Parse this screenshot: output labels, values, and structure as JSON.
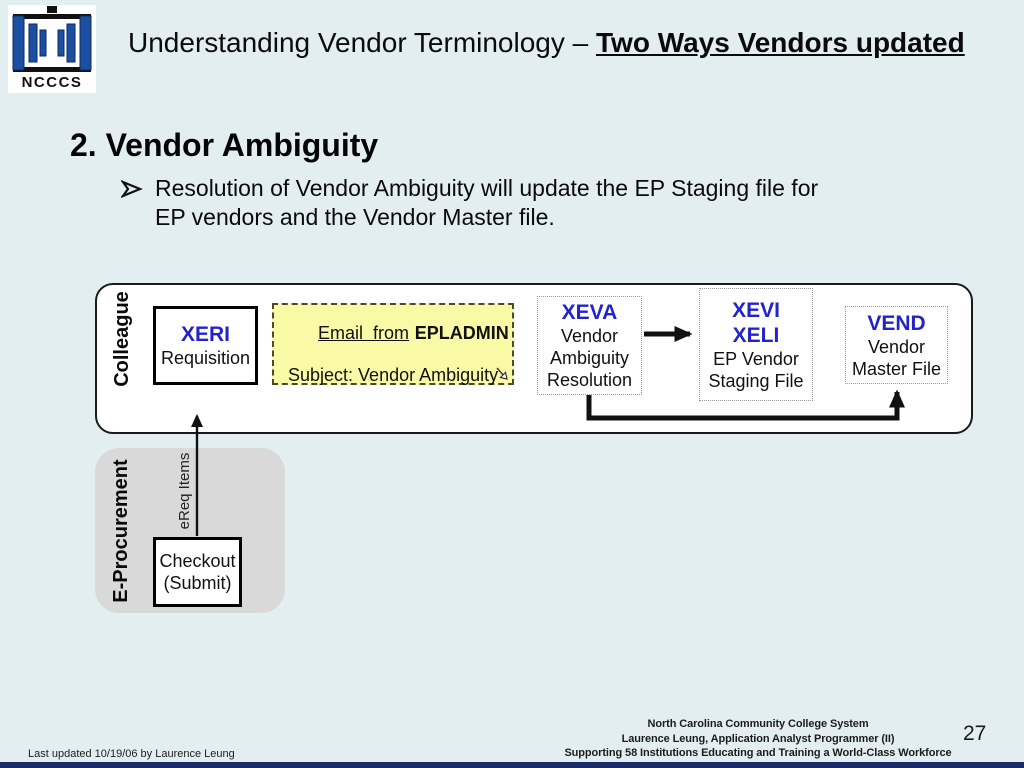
{
  "slide": {
    "logo_text": "NCCCS",
    "title_prefix": "Understanding Vendor Terminology – ",
    "title_emphasis": "Two Ways Vendors updated",
    "heading": "2. Vendor Ambiguity",
    "bullet": {
      "line1": "Resolution of Vendor Ambiguity will update the EP Staging file for",
      "line2": "EP vendors and the Vendor Master file."
    }
  },
  "diagram": {
    "colleague_label": "Colleague",
    "eprocurement_label": "E-Procurement",
    "ereq_label": "eReq Items",
    "xeri": {
      "code": "XERI",
      "name": "Requisition"
    },
    "email_note": {
      "underlined": "Email  from",
      "sender": "EPLADMIN",
      "subject": "Subject: Vendor Ambiguity"
    },
    "xeva": {
      "code": "XEVA",
      "lines": [
        "Vendor",
        "Ambiguity",
        "Resolution"
      ]
    },
    "xevi": {
      "code1": "XEVI",
      "code2": "XELI",
      "lines": [
        "EP Vendor",
        "Staging File"
      ]
    },
    "vend": {
      "code": "VEND",
      "lines": [
        "Vendor",
        "Master File"
      ]
    },
    "checkout": {
      "line1": "Checkout",
      "line2": "(Submit)"
    }
  },
  "footer": {
    "last_updated": "Last updated 10/19/06 by Laurence Leung",
    "org_line1": "North Carolina Community College System",
    "org_line2": "Laurence Leung, Application Analyst Programmer (II)",
    "org_line3": "Supporting 58 Institutions Educating and Training a World-Class Workforce",
    "page_number": "27"
  },
  "colors": {
    "background": "#E3EEF1",
    "code_blue": "#2323CC",
    "note_yellow": "#F9F9A6",
    "eproc_gray": "#D9D9D9",
    "bottom_bar_navy": "#1B2A68",
    "logo_blue": "#1C4EA1"
  }
}
